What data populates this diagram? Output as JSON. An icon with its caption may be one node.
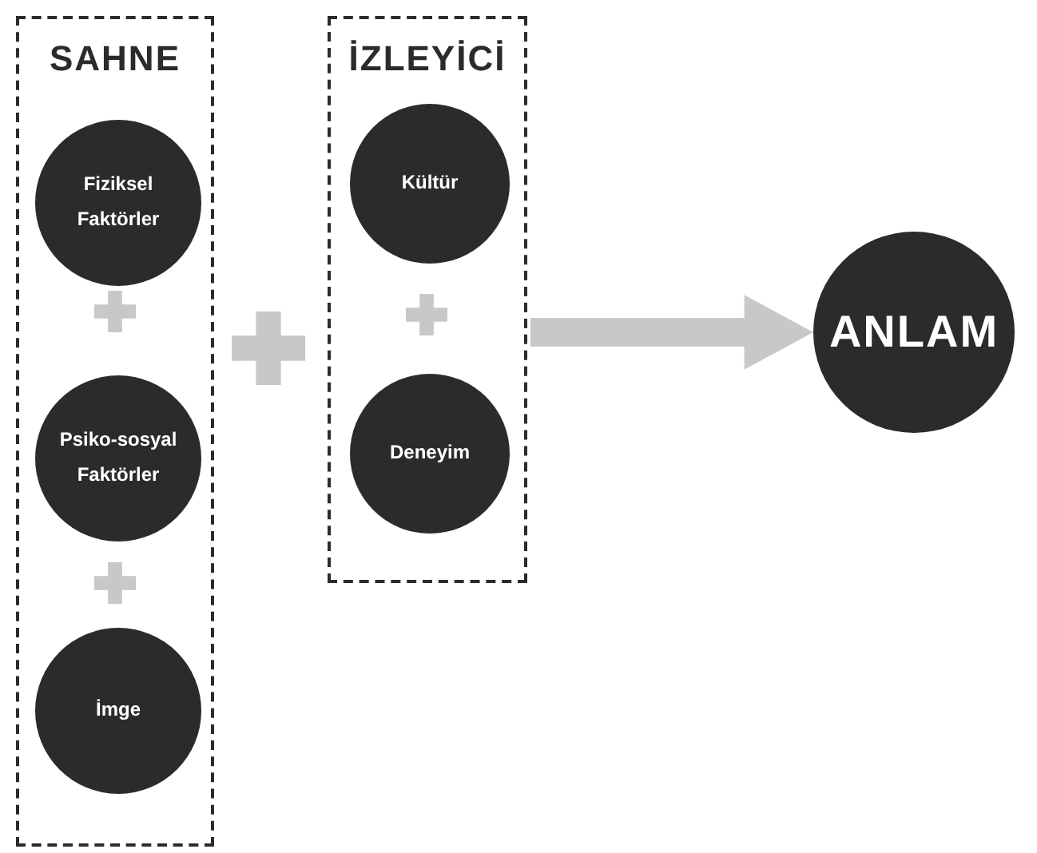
{
  "diagram": {
    "nodes": [
      {
        "text": [
          "SAHNE"
        ]
      },
      {
        "text": [
          "Fiziksel Faktörler"
        ],
        "in": 0
      },
      {
        "text": [
          "Psiko-sosyal Faktörler"
        ],
        "in": 0
      },
      {
        "text": [
          "İmge"
        ],
        "in": 0
      },
      {
        "text": [
          "İZLEYİCİ"
        ]
      },
      {
        "text": [
          "Kültür"
        ],
        "in": 4
      },
      {
        "text": [
          "Deneyim"
        ],
        "in": 4
      },
      {
        "text": [
          "ANLAM"
        ]
      }
    ],
    "edges": [
      {
        "from": 4,
        "to": 7,
        "arrow": "to",
        "style": "thick",
        "color": "#c8c8c8"
      }
    ]
  }
}
